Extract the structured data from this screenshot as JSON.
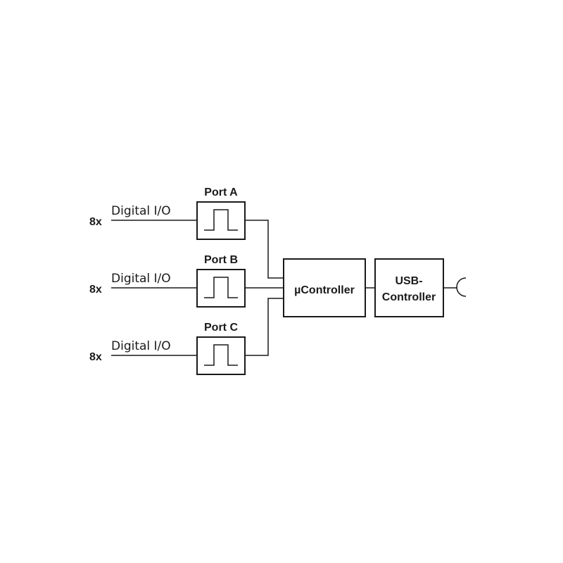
{
  "ports": [
    {
      "title": "Port A",
      "count": "8x",
      "signal": "Digital I/O"
    },
    {
      "title": "Port B",
      "count": "8x",
      "signal": "Digital I/O"
    },
    {
      "title": "Port C",
      "count": "8x",
      "signal": "Digital I/O"
    }
  ],
  "microcontroller": {
    "label": "µController"
  },
  "usb_controller": {
    "line1": "USB-",
    "line2": "Controller"
  },
  "connector": {
    "icon": "usb-connector-icon"
  },
  "colors": {
    "stroke": "#1a1a1a",
    "background": "#ffffff"
  }
}
